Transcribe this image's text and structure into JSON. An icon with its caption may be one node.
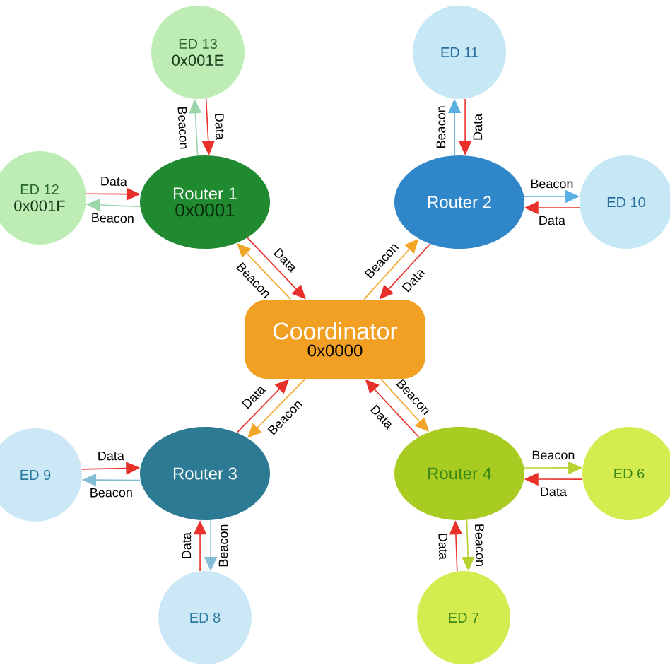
{
  "diagram": {
    "nodes": [
      {
        "text": [
          "Coordinator",
          "0x0000"
        ]
      },
      {
        "text": [
          "Router 1",
          "0x0001"
        ]
      },
      {
        "text": [
          "ED 13",
          "0x001E"
        ]
      },
      {
        "text": [
          "ED 12",
          "0x001F"
        ]
      },
      {
        "text": [
          "Router 2"
        ]
      },
      {
        "text": [
          "ED 11"
        ]
      },
      {
        "text": [
          "ED 10"
        ]
      },
      {
        "text": [
          "Router 3"
        ]
      },
      {
        "text": [
          "ED 9"
        ]
      },
      {
        "text": [
          "ED 8"
        ]
      },
      {
        "text": [
          "Router 4"
        ]
      },
      {
        "text": [
          "ED 6"
        ]
      },
      {
        "text": [
          "ED 7"
        ]
      }
    ],
    "edges": [
      {
        "from": 1,
        "to": 0,
        "arrow": "to",
        "label": "Data"
      },
      {
        "from": 0,
        "to": 1,
        "arrow": "to",
        "label": "Beacon",
        "color": "#f2a628"
      },
      {
        "from": 2,
        "to": 1,
        "arrow": "to",
        "label": "Data"
      },
      {
        "from": 1,
        "to": 2,
        "arrow": "to",
        "label": "Beacon",
        "color": "#9ad6aa"
      },
      {
        "from": 3,
        "to": 1,
        "arrow": "to",
        "label": "Data"
      },
      {
        "from": 1,
        "to": 3,
        "arrow": "to",
        "label": "Beacon",
        "color": "#9ad6aa"
      },
      {
        "from": 0,
        "to": 4,
        "arrow": "to",
        "label": "Beacon",
        "color": "#f2a628"
      },
      {
        "from": 4,
        "to": 0,
        "arrow": "to",
        "label": "Data"
      },
      {
        "from": 4,
        "to": 5,
        "arrow": "to",
        "label": "Beacon",
        "color": "#5aaee0"
      },
      {
        "from": 5,
        "to": 4,
        "arrow": "to",
        "label": "Data"
      },
      {
        "from": 4,
        "to": 6,
        "arrow": "to",
        "label": "Beacon",
        "color": "#5aaee0"
      },
      {
        "from": 6,
        "to": 4,
        "arrow": "to",
        "label": "Data"
      },
      {
        "from": 0,
        "to": 7,
        "arrow": "to",
        "label": "Beacon",
        "color": "#f2a628"
      },
      {
        "from": 7,
        "to": 0,
        "arrow": "to",
        "label": "Data"
      },
      {
        "from": 7,
        "to": 8,
        "arrow": "to",
        "label": "Beacon",
        "color": "#84bed6"
      },
      {
        "from": 8,
        "to": 7,
        "arrow": "to",
        "label": "Data"
      },
      {
        "from": 9,
        "to": 7,
        "arrow": "to",
        "label": "Data"
      },
      {
        "from": 7,
        "to": 9,
        "arrow": "to",
        "label": "Beacon",
        "color": "#84bed6"
      },
      {
        "from": 0,
        "to": 10,
        "arrow": "to",
        "label": "Beacon",
        "color": "#f2a628"
      },
      {
        "from": 10,
        "to": 0,
        "arrow": "to",
        "label": "Data"
      },
      {
        "from": 10,
        "to": 11,
        "arrow": "to",
        "label": "Beacon",
        "color": "#b8d030"
      },
      {
        "from": 11,
        "to": 10,
        "arrow": "to",
        "label": "Data"
      },
      {
        "from": 12,
        "to": 10,
        "arrow": "to",
        "label": "Data"
      },
      {
        "from": 10,
        "to": 12,
        "arrow": "to",
        "label": "Beacon",
        "color": "#b8d030"
      }
    ]
  }
}
